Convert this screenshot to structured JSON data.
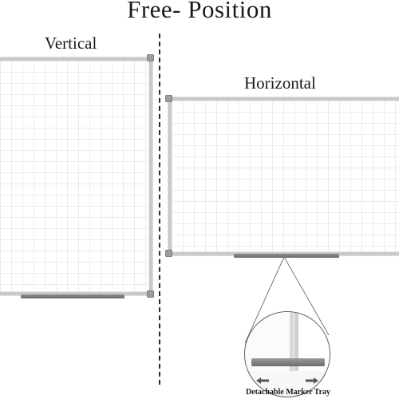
{
  "title": "Free- Position",
  "labels": {
    "vertical": "Vertical",
    "horizontal": "Horizontal"
  },
  "callout": {
    "caption": "Detachable Marker Tray",
    "icons": [
      "arrow-left-icon",
      "arrow-right-icon"
    ]
  },
  "colors": {
    "frame": "#c9c9c9",
    "grid": "#ececec",
    "tray": "#7a7a7a",
    "corner": "#9d9d9d"
  }
}
